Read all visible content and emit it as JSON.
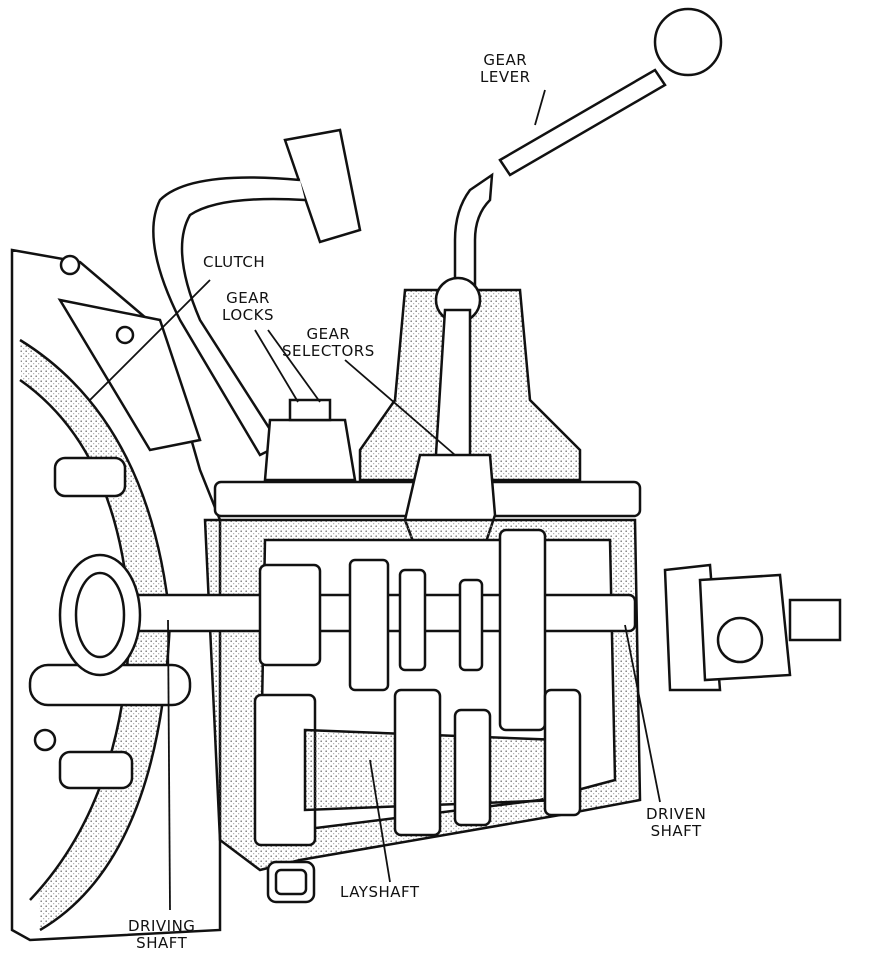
{
  "labels": {
    "gear_lever": [
      "GEAR",
      "LEVER"
    ],
    "clutch": [
      "CLUTCH"
    ],
    "gear_locks": [
      "GEAR",
      "LOCKS"
    ],
    "gear_selectors": [
      "GEAR",
      "SELECTORS"
    ],
    "driven_shaft": [
      "DRIVEN",
      "SHAFT"
    ],
    "layshaft": [
      "LAYSHAFT"
    ],
    "driving_shaft": [
      "DRIVING",
      "SHAFT"
    ]
  },
  "colors": {
    "ink": "#111111",
    "stipple": "#cfcfcf",
    "paper": "#ffffff"
  }
}
